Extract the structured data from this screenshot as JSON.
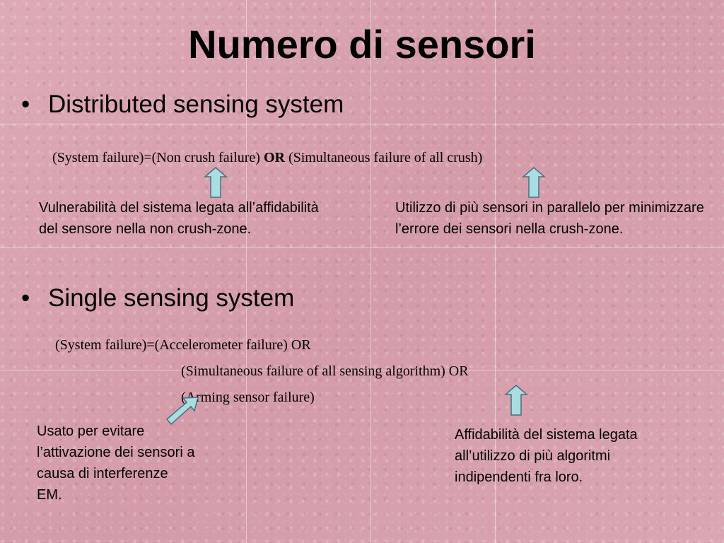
{
  "slide": {
    "title": "Numero di sensori",
    "bullets": [
      {
        "marker": "•",
        "text": "Distributed sensing system"
      },
      {
        "marker": "•",
        "text": "Single sensing system"
      }
    ],
    "distributed": {
      "formula_part1": "(System failure)=(Non crush failure) ",
      "formula_or": "OR",
      "formula_part2": " (Simultaneous failure of all crush)",
      "note_left": "Vulnerabilità del sistema legata all’affidabilità del sensore nella non crush-zone.",
      "note_right": "Utilizzo di più sensori in parallelo per minimizzare l’errore dei sensori nella crush-zone."
    },
    "single": {
      "formula_line1": "(System failure)=(Accelerometer failure) OR",
      "formula_line2": "(Simultaneous failure of all sensing algorithm) OR",
      "formula_line3": "(Arming sensor failure)",
      "note_left": "Usato per evitare l’attivazione dei sensori a causa di interferenze EM.",
      "note_right": "Affidabilità del sistema legata all’utilizzo di più algoritmi indipendenti fra loro."
    },
    "colors": {
      "background": "#d9a4b0",
      "arrow_fill": "#a9dde0",
      "arrow_stroke": "#4a6e80"
    }
  }
}
